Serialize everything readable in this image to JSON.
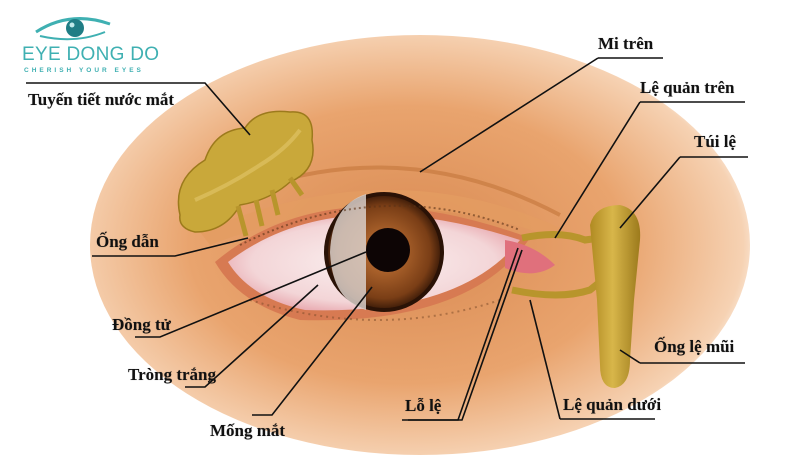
{
  "logo": {
    "title": "EYE DONG DO",
    "tagline": "CHERISH YOUR EYES",
    "color": "#3fb0b2"
  },
  "diagram": {
    "subject": "Anatomy of the eye and lacrimal system",
    "labels": {
      "lacrimal_gland": "Tuyến tiết nước mắt",
      "ducts": "Ống dẫn",
      "pupil": "Đồng tử",
      "sclera": "Tròng trắng",
      "iris": "Mống mắt",
      "upper_eyelid": "Mi trên",
      "upper_canaliculus": "Lệ quản trên",
      "lacrimal_sac": "Túi lệ",
      "nasolacrimal_duct": "Ống lệ mũi",
      "lacrimal_punctum": "Lỗ lệ",
      "lower_canaliculus": "Lệ quản dưới"
    },
    "colors": {
      "skin": "#e8a26a",
      "skin_dark": "#c9703a",
      "gland": "#c9a83a",
      "iris": "#8a4a1e",
      "pupil": "#0d0505",
      "sclera": "#f6dede",
      "leader_line": "#111111"
    }
  }
}
